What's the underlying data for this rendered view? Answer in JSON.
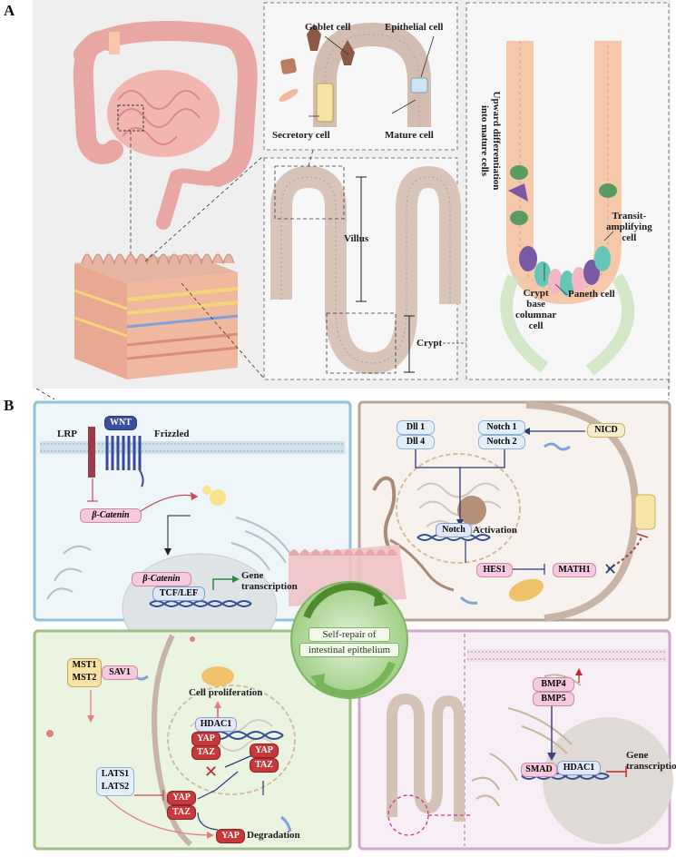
{
  "panels": {
    "a_letter": "A",
    "b_letter": "B"
  },
  "panel_a": {
    "goblet_cell": "Goblet cell",
    "epithelial_cell": "Epithelial cell",
    "secretory_cell": "Secretory cell",
    "mature_cell": "Mature cell",
    "villus": "Villus",
    "crypt": "Crypt",
    "upward_differentiation_line1": "Upward differentiation",
    "upward_differentiation_line2": "into mature cells",
    "transit_line1": "Transit-",
    "transit_line2": "amplifying",
    "transit_line3": "cell",
    "crypt_base_line1": "Crypt",
    "crypt_base_line2": "base",
    "crypt_base_line3": "columnar",
    "crypt_base_line4": "cell",
    "paneth_cell": "Paneth cell"
  },
  "wnt_panel": {
    "lrp": "LRP",
    "wnt": "WNT",
    "frizzled": "Frizzled",
    "beta_catenin_cyto": "β-Catenin",
    "beta_catenin_nuc": "β-Catenin",
    "tcf_lef": "TCF/LEF",
    "gene_line1": "Gene",
    "gene_line2": "transcription"
  },
  "notch_panel": {
    "dll1": "Dll 1",
    "dll4": "Dll 4",
    "notch1": "Notch 1",
    "notch2": "Notch 2",
    "nicd": "NICD",
    "notch": "Notch",
    "activation": "Activation",
    "hes1": "HES1",
    "math1": "MATH1"
  },
  "center": {
    "line1": "Self-repair of",
    "line2": "intestinal epithelium"
  },
  "hippo_panel": {
    "mst1": "MST1",
    "mst2": "MST2",
    "sav1": "SAV1",
    "cell_proliferation": "Cell proliferation",
    "hdac1": "HDAC1",
    "yap_nuc": "YAP",
    "taz_nuc": "TAZ",
    "yap_mid": "YAP",
    "taz_mid": "TAZ",
    "lats1": "LATS1",
    "lats2": "LATS2",
    "yap_p": "YAP",
    "taz_p": "TAZ",
    "yap_deg": "YAP",
    "degradation": "Degradation"
  },
  "bmp_panel": {
    "bmp4": "BMP4",
    "bmp5": "BMP5",
    "smad": "SMAD",
    "hdac1": "HDAC1",
    "gene_line1": "Gene",
    "gene_line2": "transcription"
  }
}
